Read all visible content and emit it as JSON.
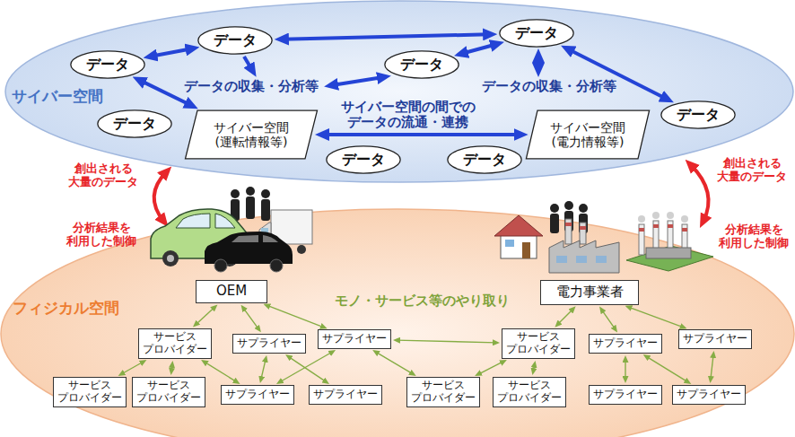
{
  "diagram": {
    "nodes": [
      {
        "text": [
          "サイバー空間"
        ]
      },
      {
        "text": [
          "データ"
        ],
        "in": 0
      },
      {
        "text": [
          "データ"
        ],
        "in": 0
      },
      {
        "text": [
          "データ"
        ],
        "in": 0
      },
      {
        "text": [
          "データ"
        ],
        "in": 0
      },
      {
        "text": [
          "サイバー空間 (運転情報等)"
        ],
        "in": 0
      },
      {
        "text": [
          "サイバー空間 (電力情報等)"
        ],
        "in": 0
      },
      {
        "text": [
          "データ"
        ],
        "in": 0
      },
      {
        "text": [
          "データ"
        ],
        "in": 0
      },
      {
        "text": [
          "データ"
        ],
        "in": 0
      },
      {
        "text": [
          "データ"
        ],
        "in": 0
      },
      {
        "text": [
          "フィジカル空間"
        ]
      },
      {
        "text": [
          "OEM"
        ],
        "in": 11
      },
      {
        "text": [
          "電力事業者"
        ],
        "in": 11
      },
      {
        "text": [
          "サービス プロバイダー"
        ],
        "in": 11
      },
      {
        "text": [
          "サプライヤー"
        ],
        "in": 11
      },
      {
        "text": [
          "サプライヤー"
        ],
        "in": 11
      },
      {
        "text": [
          "サービス プロバイダー"
        ],
        "in": 11
      },
      {
        "text": [
          "サプライヤー"
        ],
        "in": 11
      },
      {
        "text": [
          "サプライヤー"
        ],
        "in": 11
      },
      {
        "text": [
          "サービス プロバイダー"
        ],
        "in": 11
      },
      {
        "text": [
          "サービス プロバイダー"
        ],
        "in": 11
      },
      {
        "text": [
          "サプライヤー"
        ],
        "in": 11
      },
      {
        "text": [
          "サプライヤー"
        ],
        "in": 11
      },
      {
        "text": [
          "サービス プロバイダー"
        ],
        "in": 11
      },
      {
        "text": [
          "サービス プロバイダー"
        ],
        "in": 11
      },
      {
        "text": [
          "サプライヤー"
        ],
        "in": 11
      },
      {
        "text": [
          "サプライヤー"
        ],
        "in": 11
      }
    ],
    "edges": [
      {
        "from": 3,
        "to": 1,
        "arrow": "both"
      },
      {
        "from": 1,
        "to": 2,
        "arrow": "both"
      },
      {
        "from": 3,
        "to": 5,
        "arrow": "both"
      },
      {
        "from": 4,
        "to": 2,
        "arrow": "both"
      },
      {
        "from": 2,
        "to": 7,
        "arrow": "both"
      },
      {
        "from": 5,
        "to": 6,
        "label": "サイバー空間の間での データの流通・連携",
        "arrow": "both"
      },
      {
        "from": 12,
        "to": 14,
        "arrow": "both"
      },
      {
        "from": 12,
        "to": 15,
        "arrow": "both"
      },
      {
        "from": 12,
        "to": 16,
        "arrow": "both"
      },
      {
        "from": 13,
        "to": 17,
        "arrow": "both"
      },
      {
        "from": 13,
        "to": 18,
        "arrow": "both"
      },
      {
        "from": 13,
        "to": 19,
        "arrow": "both"
      },
      {
        "from": 14,
        "to": 20,
        "arrow": "both"
      },
      {
        "from": 14,
        "to": 21,
        "arrow": "both"
      },
      {
        "from": 14,
        "to": 22,
        "arrow": "both"
      },
      {
        "from": 15,
        "to": 22,
        "arrow": "both"
      },
      {
        "from": 15,
        "to": 23,
        "arrow": "both"
      },
      {
        "from": 16,
        "to": 22,
        "arrow": "both"
      },
      {
        "from": 16,
        "to": 24,
        "arrow": "both"
      },
      {
        "from": 16,
        "to": 17,
        "arrow": "both"
      },
      {
        "from": 17,
        "to": 24,
        "arrow": "both"
      },
      {
        "from": 17,
        "to": 25,
        "arrow": "both"
      },
      {
        "from": 18,
        "to": 26,
        "arrow": "both"
      },
      {
        "from": 18,
        "to": 27,
        "arrow": "both"
      },
      {
        "from": 19,
        "to": 27,
        "arrow": "both"
      }
    ],
    "labels": [
      "データの収集・分析等",
      "データの収集・分析等",
      "創出される 大量のデータ",
      "分析結果を 利用した制御",
      "創出される 大量のデータ",
      "分析結果を 利用した制御",
      "モノ・サービス等のやり取り"
    ]
  }
}
